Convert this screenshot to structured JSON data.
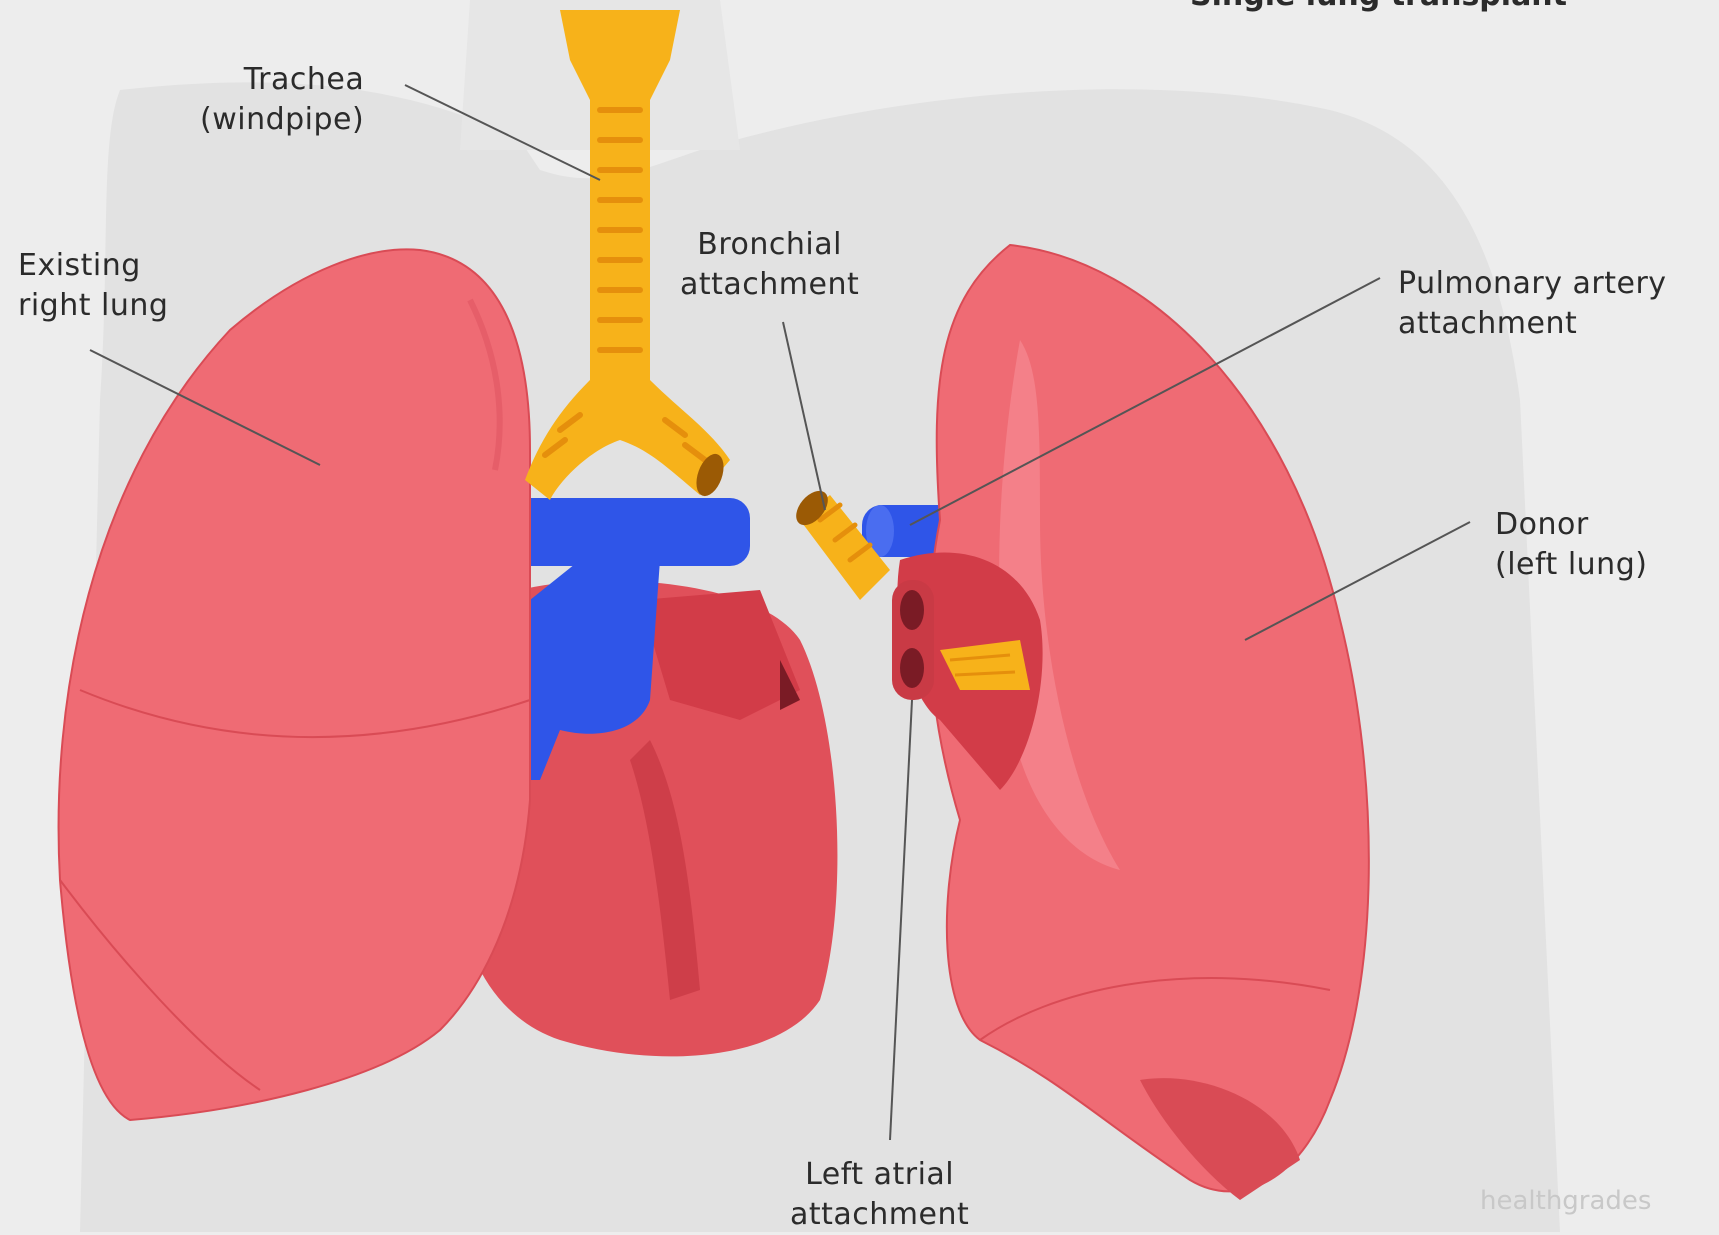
{
  "title": "Single lung transplant",
  "labels": {
    "trachea": {
      "line1": "Trachea",
      "line2": "(windpipe)"
    },
    "existing_right_lung": {
      "line1": "Existing",
      "line2": "right lung"
    },
    "bronchial": {
      "line1": "Bronchial",
      "line2": "attachment"
    },
    "pulmonary": {
      "line1": "Pulmonary artery",
      "line2": "attachment"
    },
    "donor": {
      "line1": "Donor",
      "line2": "(left lung)"
    },
    "left_atrial": {
      "line1": "Left atrial",
      "line2": "attachment"
    }
  },
  "watermark": "healthgrades",
  "colors": {
    "background": "#ededed",
    "body_silhouette": "#e2e2e2",
    "lung": "#ef6b74",
    "lung_dark": "#d94b55",
    "heart": "#e0505a",
    "vessel_blue": "#2f55e8",
    "trachea": "#f7b21a",
    "trachea_dark": "#e58f0c",
    "leader_line": "#555555"
  }
}
